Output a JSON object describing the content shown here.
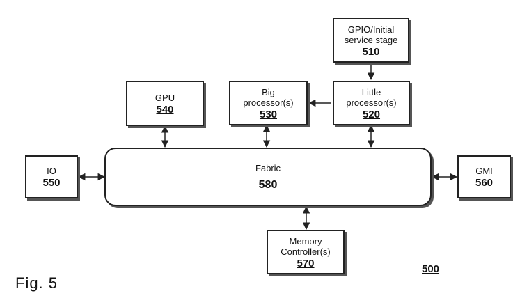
{
  "blocks": {
    "gpio": {
      "label": "GPIO/Initial\nservice stage",
      "number": "510"
    },
    "gpu": {
      "label": "GPU",
      "number": "540"
    },
    "big": {
      "label": "Big\nprocessor(s)",
      "number": "530"
    },
    "little": {
      "label": "Little\nprocessor(s)",
      "number": "520"
    },
    "io": {
      "label": "IO",
      "number": "550"
    },
    "fabric": {
      "label": "Fabric",
      "number": "580"
    },
    "gmi": {
      "label": "GMI",
      "number": "560"
    },
    "memory": {
      "label": "Memory\nController(s)",
      "number": "570"
    }
  },
  "figure": {
    "caption": "Fig. 5",
    "reference": "500"
  }
}
